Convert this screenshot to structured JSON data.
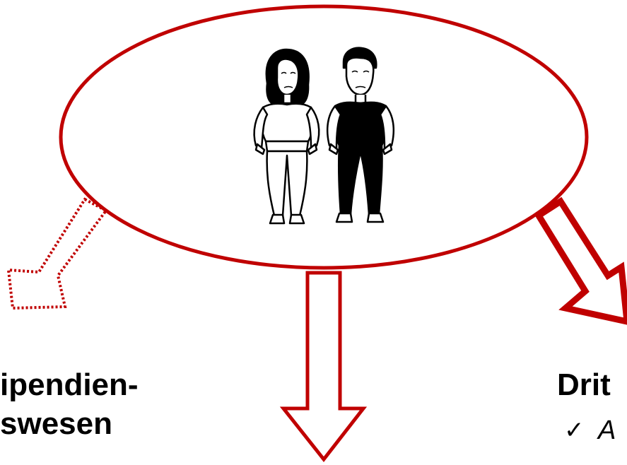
{
  "colors": {
    "accent": "#c00000",
    "figure_fill": "#000000",
    "figure_line": "#000000"
  },
  "figures": {
    "woman_icon": "sad-woman-empty-pockets-icon",
    "man_icon": "sad-man-empty-pockets-icon"
  },
  "labels": {
    "left_line1": "ipendien-",
    "left_line2": "swesen",
    "right_line1": "Drit",
    "right_check": "✓",
    "right_cut": "A"
  }
}
